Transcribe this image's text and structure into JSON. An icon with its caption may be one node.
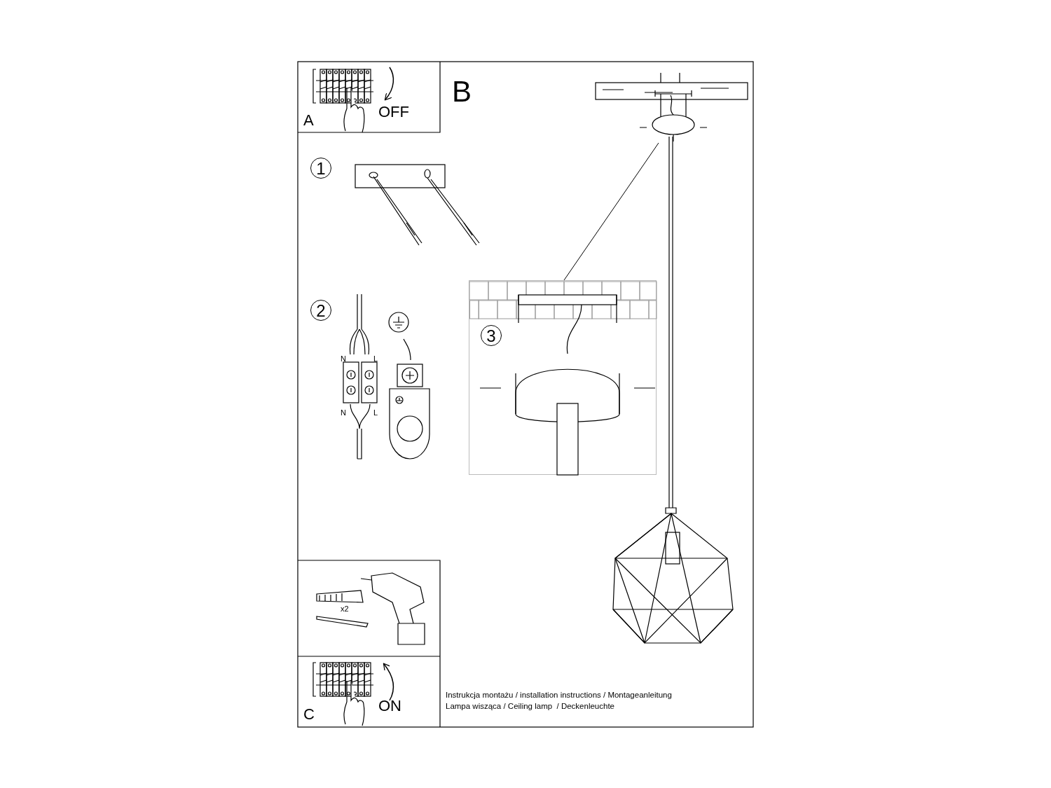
{
  "diagram": {
    "nodes": [
      {
        "text": [],
        "shape": "picture"
      },
      {
        "text": [
          "3"
        ]
      }
    ],
    "edges": [
      {
        "from": 1,
        "to": 0,
        "arrow": "none"
      }
    ],
    "labels": [
      "A",
      "OFF",
      "B",
      "1",
      "2",
      "N",
      "L",
      "N",
      "L",
      "x2",
      "C",
      "ON",
      "Instrukcja montażu / installation instructions / Montageanleitung",
      "Lampa wisząca / Ceiling lamp  / Deckenleuchte"
    ]
  }
}
